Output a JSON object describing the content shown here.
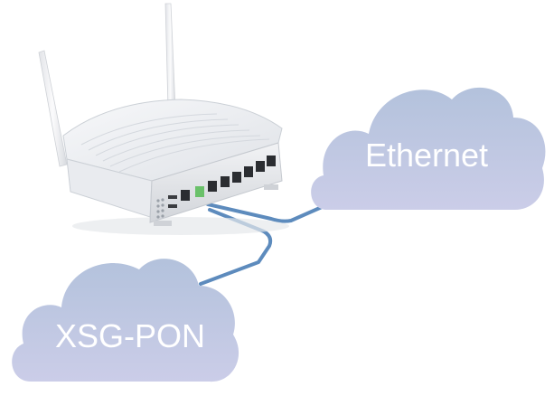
{
  "clouds": {
    "ethernet": {
      "label": "Ethernet"
    },
    "pon": {
      "label": "XSG-PON"
    }
  },
  "colors": {
    "cloud_top": "#b5c4dd",
    "cloud_bottom": "#c9cbe6",
    "cable": "#5d8bbd",
    "router_body": "#eef0f3",
    "router_shadow": "#bfc3c9",
    "antenna": "#f4f5f7",
    "port": "#2b2d31",
    "port_active": "#6ac16a",
    "label_text": "#ffffff"
  },
  "router": {
    "port_count": 8,
    "active_port_index": 1
  }
}
